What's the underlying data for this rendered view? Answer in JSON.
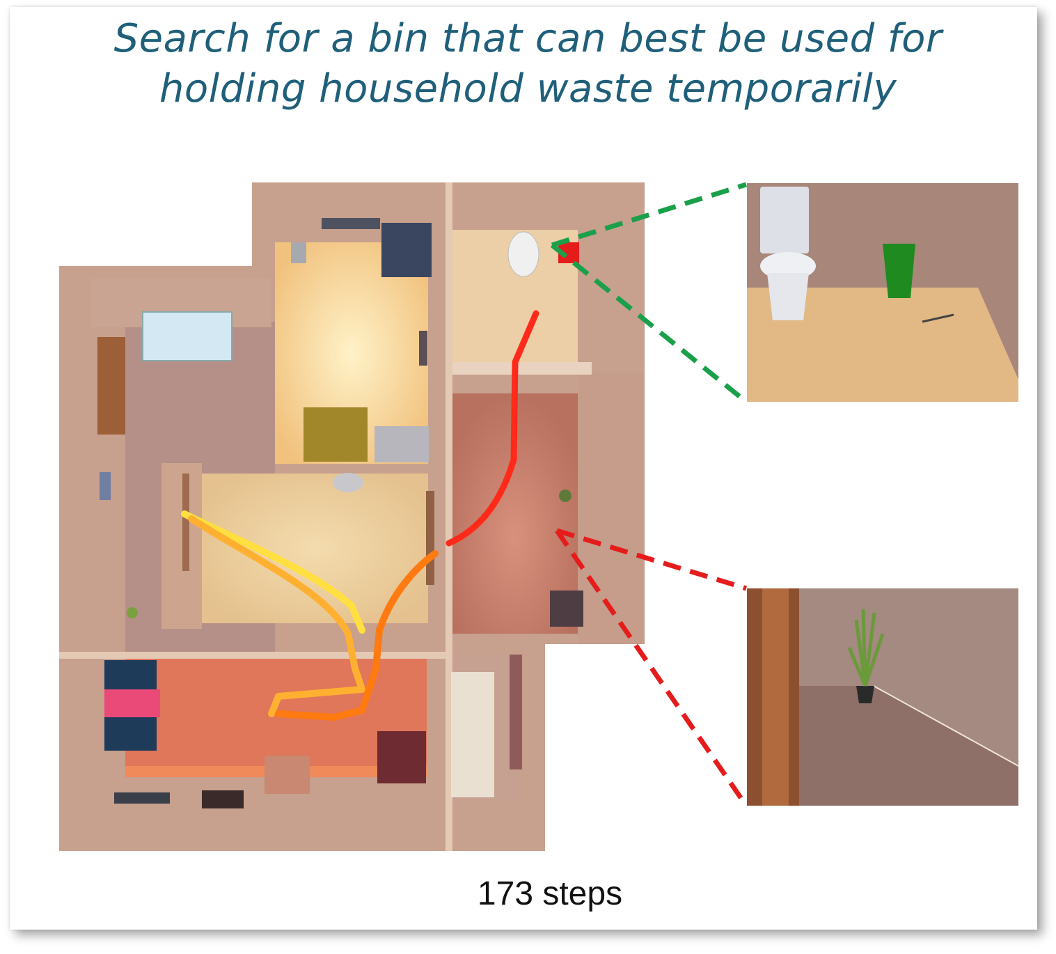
{
  "title": {
    "line1": "Search for a bin that can best be used for",
    "line2": "holding household waste temporarily"
  },
  "caption": "173 steps",
  "colors": {
    "title_text": "#1f5f7a",
    "success_callout": "#1aa04a",
    "failure_callout": "#e51c1c",
    "path_red": "#ff2a1a",
    "path_orange": "#ff7a10",
    "path_yellow": "#ffe040"
  },
  "panels": {
    "top": {
      "depicts": [
        "toilet",
        "green-bin"
      ]
    },
    "bottom": {
      "depicts": [
        "potted-plant",
        "door-frame"
      ]
    }
  }
}
